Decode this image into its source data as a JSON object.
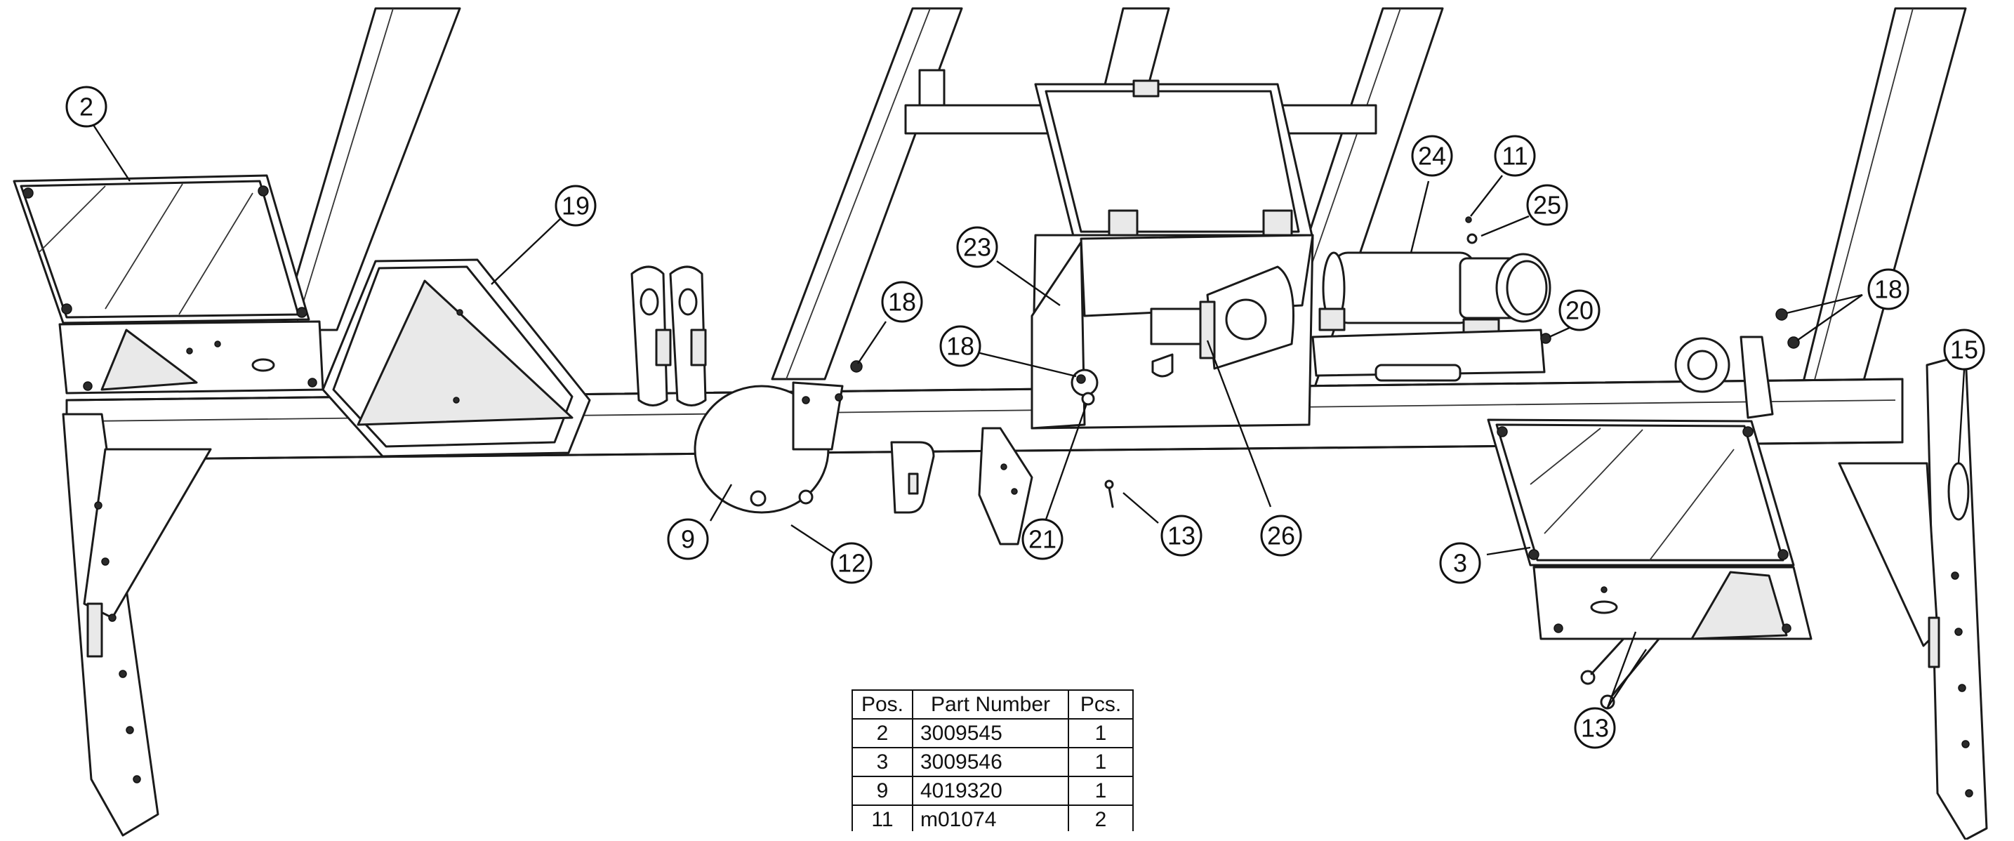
{
  "balloons": [
    {
      "id": "2",
      "label": "2"
    },
    {
      "id": "19",
      "label": "19"
    },
    {
      "id": "18a",
      "label": "18"
    },
    {
      "id": "23",
      "label": "23"
    },
    {
      "id": "24",
      "label": "24"
    },
    {
      "id": "11",
      "label": "11"
    },
    {
      "id": "25",
      "label": "25"
    },
    {
      "id": "18b",
      "label": "18"
    },
    {
      "id": "20",
      "label": "20"
    },
    {
      "id": "18c",
      "label": "18"
    },
    {
      "id": "15",
      "label": "15"
    },
    {
      "id": "9",
      "label": "9"
    },
    {
      "id": "12",
      "label": "12"
    },
    {
      "id": "21",
      "label": "21"
    },
    {
      "id": "13a",
      "label": "13"
    },
    {
      "id": "26",
      "label": "26"
    },
    {
      "id": "3",
      "label": "3"
    },
    {
      "id": "13b",
      "label": "13"
    }
  ],
  "bom": {
    "headers": {
      "pos": "Pos.",
      "part_number": "Part Number",
      "pcs": "Pcs."
    },
    "rows": [
      {
        "pos": "2",
        "part_number": "3009545",
        "pcs": "1"
      },
      {
        "pos": "3",
        "part_number": "3009546",
        "pcs": "1"
      },
      {
        "pos": "9",
        "part_number": "4019320",
        "pcs": "1"
      },
      {
        "pos": "11",
        "part_number": "m01074",
        "pcs": "2"
      }
    ]
  }
}
